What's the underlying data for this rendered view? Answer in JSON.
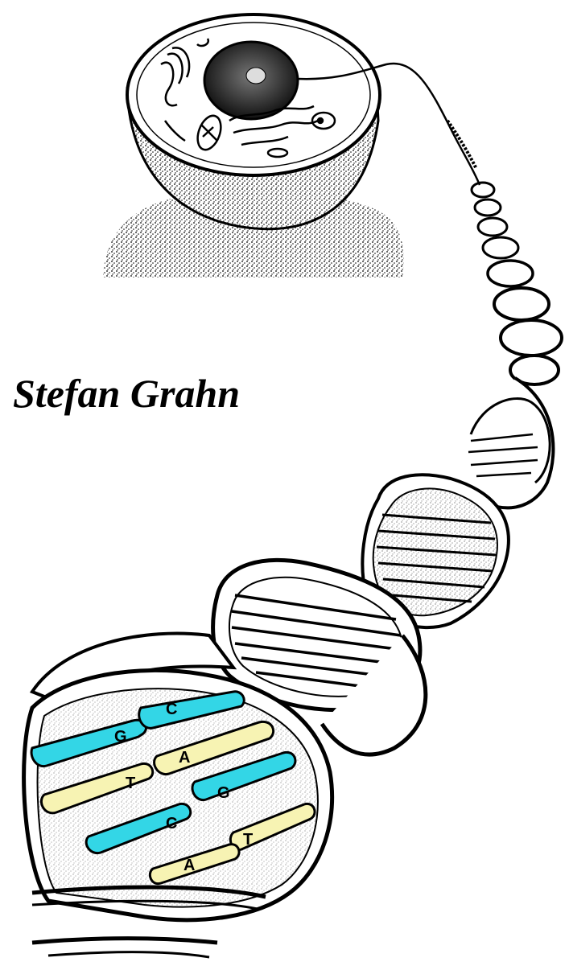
{
  "author": "Stefan Grahn",
  "colors": {
    "guanine_cytosine": "#33d6e6",
    "adenine_thymine": "#f7f3b3",
    "ink": "#000000",
    "background": "#ffffff"
  },
  "base_pairs": [
    {
      "left": "G",
      "right": "C"
    },
    {
      "left": "T",
      "right": "A"
    },
    {
      "left": "C",
      "right": "G"
    },
    {
      "left": "",
      "right": "T"
    },
    {
      "left": "",
      "right": "A"
    }
  ]
}
